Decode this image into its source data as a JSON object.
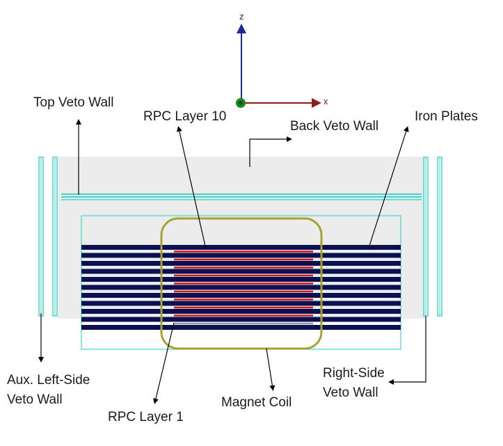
{
  "axes": {
    "z_label": "z",
    "x_label": "x"
  },
  "labels": {
    "top_veto_wall": "Top Veto Wall",
    "rpc_layer_10": "RPC Layer 10",
    "back_veto_wall": "Back Veto Wall",
    "iron_plates": "Iron Plates",
    "aux_left_side_line1": "Aux. Left-Side",
    "aux_left_side_line2": "Veto Wall",
    "right_side_line1": "Right-Side",
    "right_side_line2": "Veto Wall",
    "magnet_coil": "Magnet Coil",
    "rpc_layer_1": "RPC Layer 1"
  },
  "colors": {
    "iron_plate": "#0b1050",
    "rpc": "#d01818",
    "veto_wall": "#40d8cc",
    "magnet_coil": "#a8a030",
    "back_wall": "#ececec",
    "z_axis": "#1a2a9a",
    "x_axis": "#8a1a1a",
    "y_axis": "#1a8a1a"
  },
  "counts": {
    "iron_plates": 11,
    "rpc_layers": 10
  }
}
